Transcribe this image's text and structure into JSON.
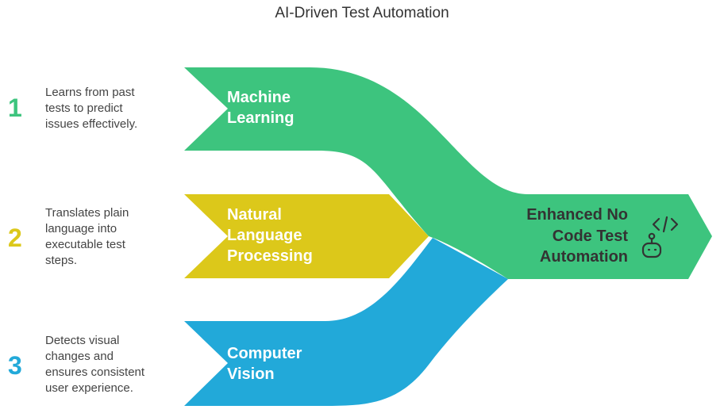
{
  "title": "AI-Driven Test Automation",
  "items": [
    {
      "number": "1",
      "label": "Machine Learning",
      "label_lines": [
        "Machine",
        "Learning"
      ],
      "description": "Learns from past tests to predict issues effectively.",
      "desc_lines": [
        "Learns from past",
        "tests to predict",
        "issues effectively."
      ],
      "color": "#3DC47E"
    },
    {
      "number": "2",
      "label": "Natural Language Processing",
      "label_lines": [
        "Natural",
        "Language",
        "Processing"
      ],
      "description": "Translates plain language into executable test steps.",
      "desc_lines": [
        "Translates plain",
        "language into",
        "executable test",
        "steps."
      ],
      "color": "#DCC81A"
    },
    {
      "number": "3",
      "label": "Computer Vision",
      "label_lines": [
        "Computer",
        "Vision"
      ],
      "description": "Detects visual changes and ensures consistent user experience.",
      "desc_lines": [
        "Detects visual",
        "changes and",
        "ensures consistent",
        "user experience."
      ],
      "color": "#22A9D9"
    }
  ],
  "output": {
    "label": "Enhanced No Code Test Automation",
    "label_lines": [
      "Enhanced No",
      "Code Test",
      "Automation"
    ],
    "icon": "robot-code-icon"
  }
}
